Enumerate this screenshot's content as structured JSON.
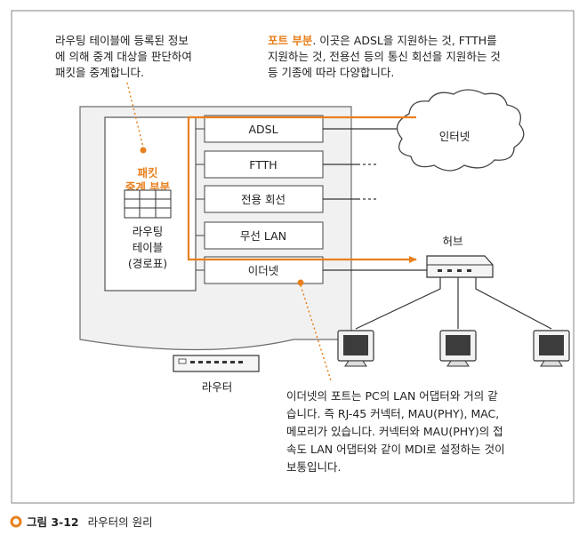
{
  "annotations": {
    "routing_table": [
      "라우팅 테이블에 등록된 정보",
      "에 의해 중계 대상을 판단하여",
      "패킷을 중계합니다."
    ],
    "port_part_highlight": "포트 부분",
    "port_part_lines": [
      ". 이곳은 ADSL을 지원하는 것, FTTH를",
      "지원하는 것, 전용선 등의 통신 회선을 지원하는 것",
      "등 기종에 따라 다양합니다."
    ],
    "ethernet_port": [
      "이더넷의 포트는 PC의 LAN 어댑터와 거의 같",
      "습니다. 즉 RJ-45 커넥터, MAU(PHY), MAC,",
      "메모리가 있습니다. 커넥터와 MAU(PHY)의 접",
      "속도 LAN 어댑터와 같이 MDI로 설정하는 것이",
      "보통입니다."
    ]
  },
  "relay": {
    "label": [
      "패킷",
      "중계 부분"
    ],
    "table_label": [
      "라우팅",
      "테이블",
      "(경로표)"
    ]
  },
  "ports": [
    "ADSL",
    "FTTH",
    "전용 회선",
    "무선 LAN",
    "이더넷"
  ],
  "devices": {
    "internet": "인터넷",
    "hub": "허브",
    "router": "라우터"
  },
  "caption": {
    "number": "그림 3-12",
    "title": "라우터의 원리"
  },
  "colors": {
    "accent": "#e8801e",
    "frame_gray": "#999999",
    "line_dark": "#333333"
  }
}
